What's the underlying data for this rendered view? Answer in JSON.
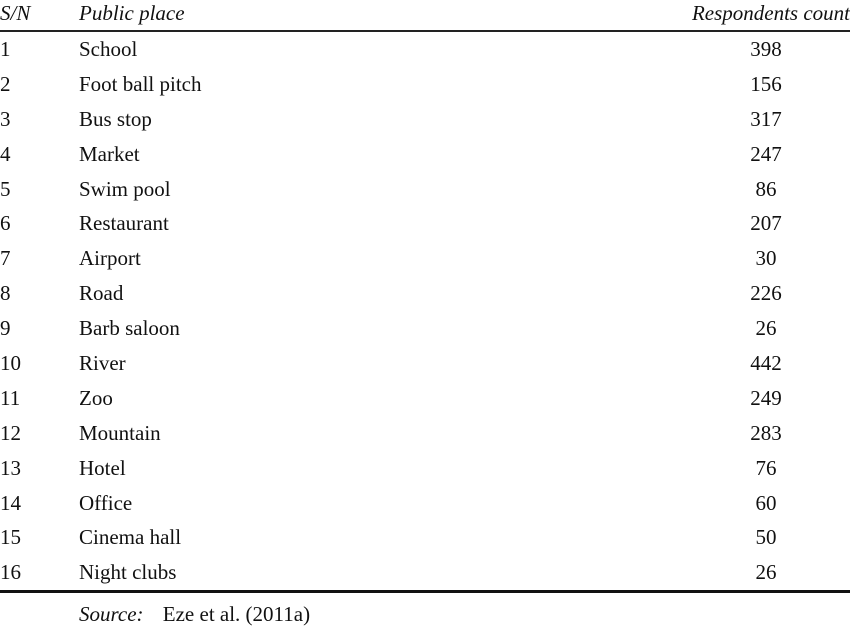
{
  "table": {
    "headers": {
      "sn": "S/N",
      "place": "Public place",
      "count": "Respondents count"
    },
    "rows": [
      {
        "sn": "1",
        "place": "School",
        "count": "398"
      },
      {
        "sn": "2",
        "place": "Foot ball pitch",
        "count": "156"
      },
      {
        "sn": "3",
        "place": "Bus stop",
        "count": "317"
      },
      {
        "sn": "4",
        "place": "Market",
        "count": "247"
      },
      {
        "sn": "5",
        "place": "Swim pool",
        "count": "86"
      },
      {
        "sn": "6",
        "place": "Restaurant",
        "count": "207"
      },
      {
        "sn": "7",
        "place": "Airport",
        "count": "30"
      },
      {
        "sn": "8",
        "place": "Road",
        "count": "226"
      },
      {
        "sn": "9",
        "place": "Barb saloon",
        "count": "26"
      },
      {
        "sn": "10",
        "place": "River",
        "count": "442"
      },
      {
        "sn": "11",
        "place": "Zoo",
        "count": "249"
      },
      {
        "sn": "12",
        "place": "Mountain",
        "count": "283"
      },
      {
        "sn": "13",
        "place": "Hotel",
        "count": "76"
      },
      {
        "sn": "14",
        "place": "Office",
        "count": "60"
      },
      {
        "sn": "15",
        "place": "Cinema hall",
        "count": "50"
      },
      {
        "sn": "16",
        "place": "Night clubs",
        "count": "26"
      }
    ]
  },
  "source": {
    "label": "Source:",
    "text": "Eze et al. (2011a)"
  }
}
